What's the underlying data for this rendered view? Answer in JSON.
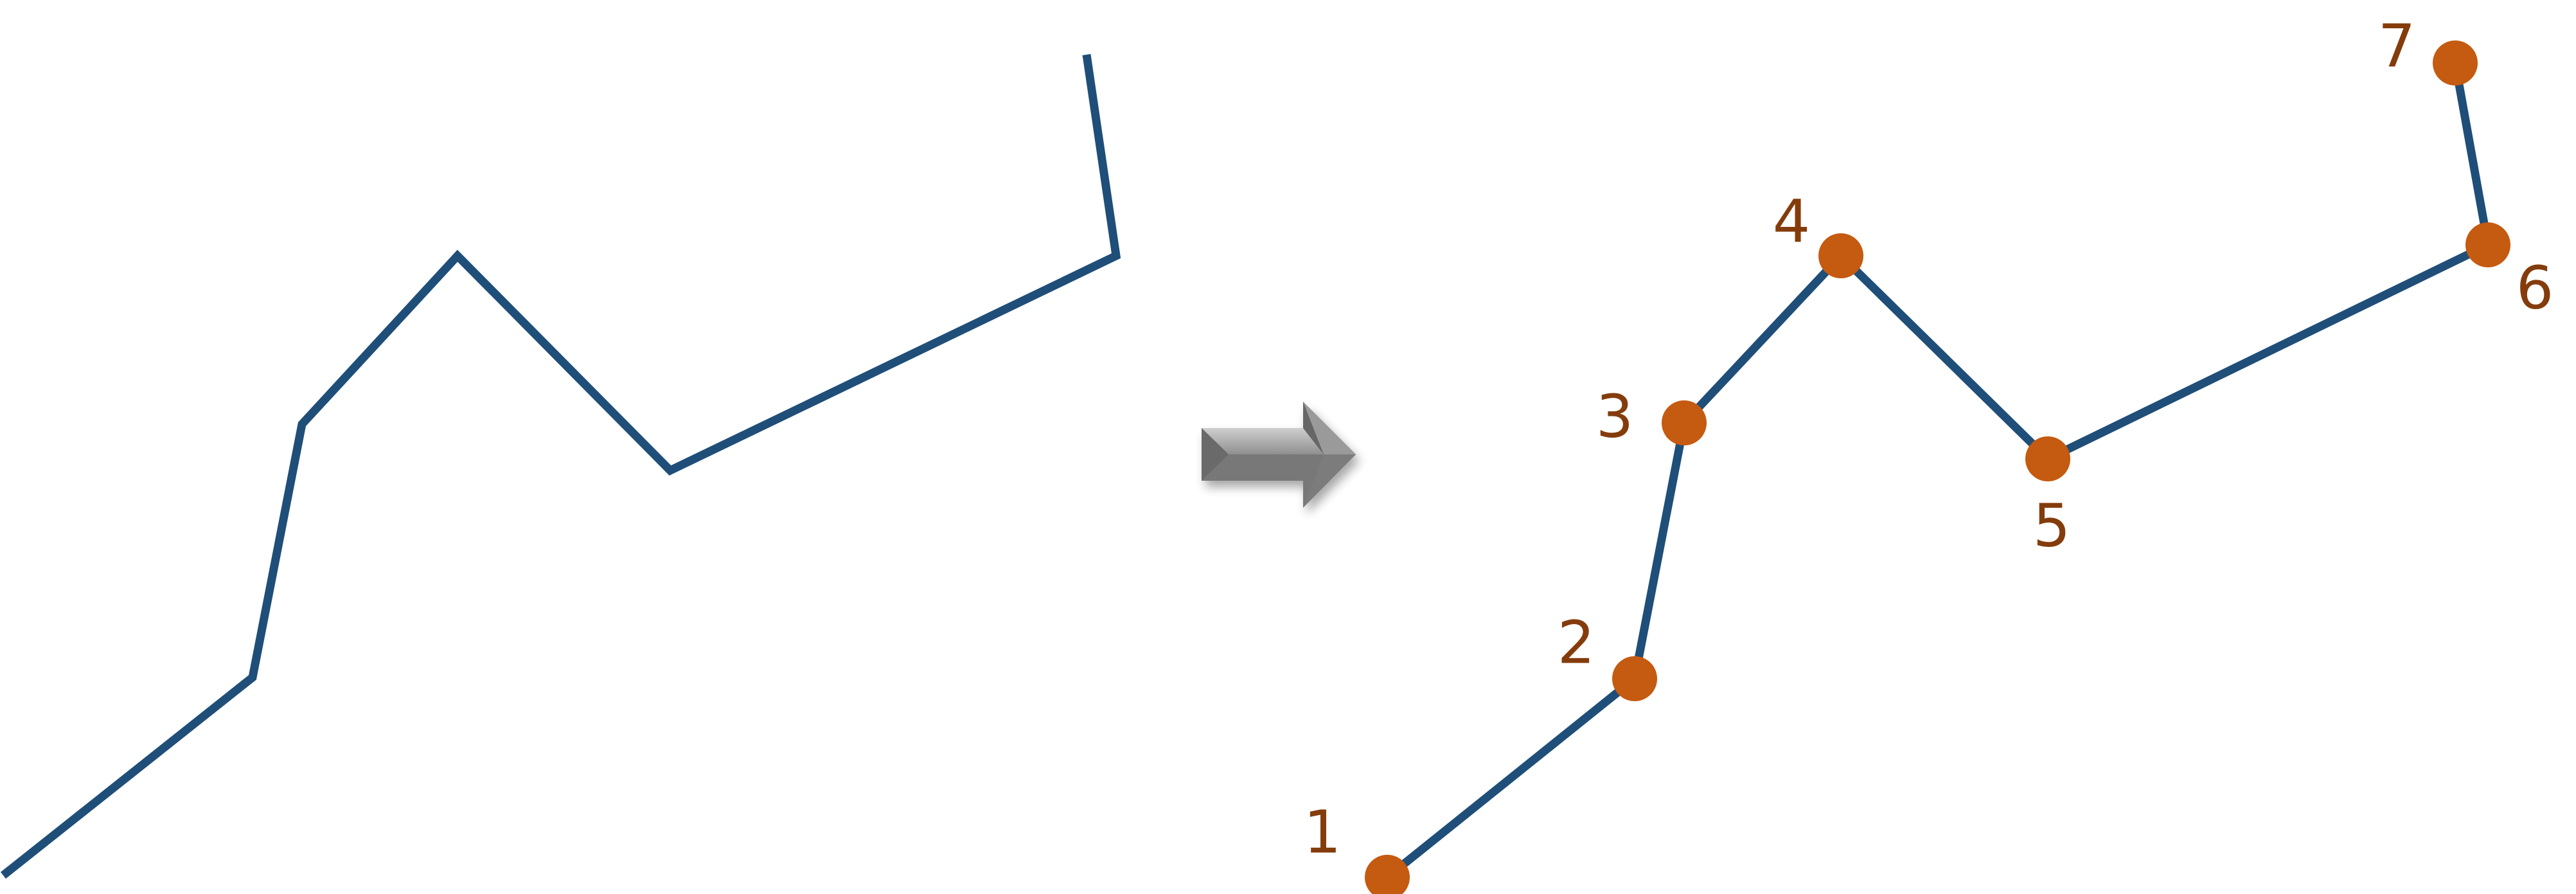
{
  "colors": {
    "line": "#1f4e79",
    "point": "#c55a11",
    "label": "#843c0c",
    "arrow": "#7f7f7f"
  },
  "left_figure": {
    "name": "raw-polyline"
  },
  "right_figure": {
    "labels": [
      "1",
      "2",
      "3",
      "4",
      "5",
      "6",
      "7"
    ]
  },
  "arrow": {
    "icon": "right-arrow-icon"
  }
}
